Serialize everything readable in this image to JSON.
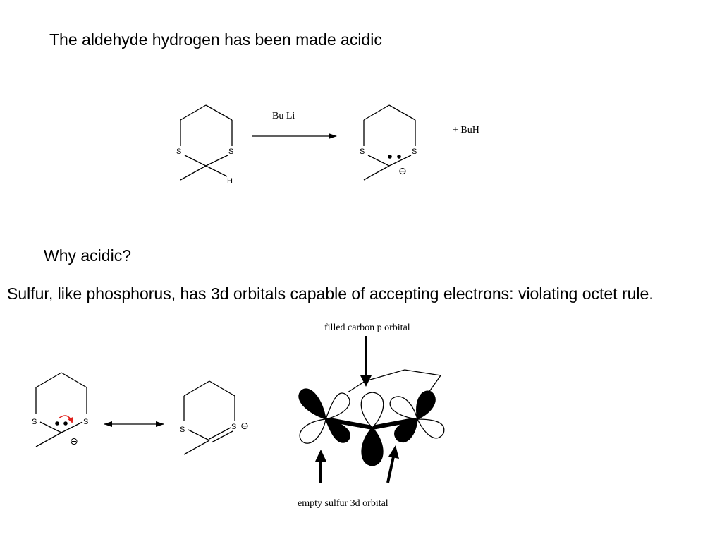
{
  "slide": {
    "title": "The aldehyde hydrogen has been made acidic",
    "question": "Why acidic?",
    "explanation": "Sulfur, like phosphorus, has 3d orbitals capable of accepting electrons: violating octet rule."
  },
  "reaction": {
    "reagent": "Bu Li",
    "byproduct": "+  BuH",
    "sulfur_label": "S",
    "hydrogen_label": "H",
    "negative_charge": "⊖"
  },
  "resonance": {
    "sulfur_label": "S",
    "negative_charge": "⊖"
  },
  "orbital_diagram": {
    "top_label": "filled carbon p orbital",
    "bottom_label": "empty sulfur 3d orbital"
  },
  "colors": {
    "ink": "#000000",
    "curved_arrow": "#e0201c",
    "background": "#ffffff"
  }
}
